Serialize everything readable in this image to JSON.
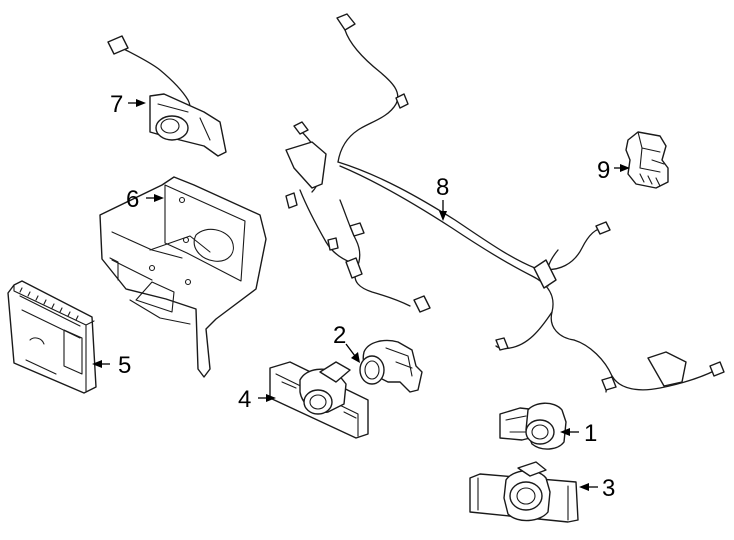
{
  "callouts": [
    {
      "id": "1",
      "text": "1"
    },
    {
      "id": "2",
      "text": "2"
    },
    {
      "id": "3",
      "text": "3"
    },
    {
      "id": "4",
      "text": "4"
    },
    {
      "id": "5",
      "text": "5"
    },
    {
      "id": "6",
      "text": "6"
    },
    {
      "id": "7",
      "text": "7"
    },
    {
      "id": "8",
      "text": "8"
    },
    {
      "id": "9",
      "text": "9"
    }
  ],
  "colors": {
    "line": "#1a1a1a",
    "background": "#ffffff"
  }
}
